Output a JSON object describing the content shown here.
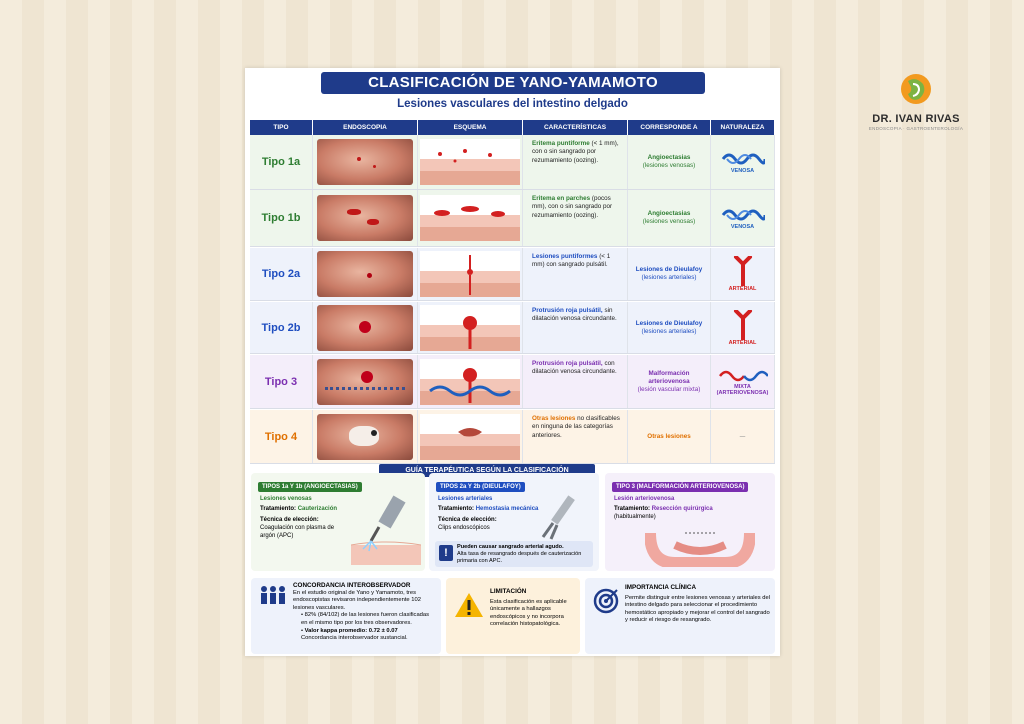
{
  "title": "CLASIFICACIÓN DE YANO-YAMAMOTO",
  "subtitle": "Lesiones vasculares del intestino delgado",
  "brand": {
    "name": "DR. IVAN RIVAS",
    "tagline": "ENDOSCOPIA · GASTROENTEROLOGÍA"
  },
  "headers": [
    "TIPO",
    "ENDOSCOPIA",
    "ESQUEMA",
    "CARACTERÍSTICAS",
    "CORRESPONDE A",
    "NATURALEZA"
  ],
  "rows": [
    {
      "tipo": "Tipo 1a",
      "color": "#2e7d32",
      "bg": "#eef6ec",
      "car_bold": "Eritema puntiforme",
      "car_rest": "(< 1 mm), con o sin sangrado por rezumamiento (oozing).",
      "corr": "Angioectasias",
      "corr_sub": "(lesiones venosas)",
      "nat": "VENOSA",
      "natColor": "#1f5fbf"
    },
    {
      "tipo": "Tipo 1b",
      "color": "#2e7d32",
      "bg": "#eef6ec",
      "car_bold": "Eritema en parches",
      "car_rest": "(pocos mm), con o sin sangrado por rezumamiento (oozing).",
      "corr": "Angioectasias",
      "corr_sub": "(lesiones venosas)",
      "nat": "VENOSA",
      "natColor": "#1f5fbf"
    },
    {
      "tipo": "Tipo 2a",
      "color": "#1f4ec0",
      "bg": "#eef2fb",
      "car_bold": "Lesiones puntiformes",
      "car_rest": "(< 1 mm) con sangrado pulsátil.",
      "corr": "Lesiones de Dieulafoy",
      "corr_sub": "(lesiones arteriales)",
      "nat": "ARTERIAL",
      "natColor": "#d32020"
    },
    {
      "tipo": "Tipo 2b",
      "color": "#1f4ec0",
      "bg": "#eef2fb",
      "car_bold": "Protrusión roja pulsátil,",
      "car_rest": "sin dilatación venosa circundante.",
      "corr": "Lesiones de Dieulafoy",
      "corr_sub": "(lesiones arteriales)",
      "nat": "ARTERIAL",
      "natColor": "#d32020"
    },
    {
      "tipo": "Tipo 3",
      "color": "#7b2fb0",
      "bg": "#f4eefa",
      "car_bold": "Protrusión roja pulsátil,",
      "car_rest": "con dilatación venosa circundante.",
      "corr": "Malformación arteriovenosa",
      "corr_sub": "(lesión vascular mixta)",
      "nat": "MIXTA (ARTERIOVENOSA)",
      "natColor": "#7b2fb0"
    },
    {
      "tipo": "Tipo 4",
      "color": "#e07000",
      "bg": "#fdf3e6",
      "car_bold": "Otras lesiones",
      "car_rest": "no clasificables en ninguna de las categorías anteriores.",
      "corr": "Otras lesiones",
      "corr_sub": "",
      "nat": "—",
      "natColor": "#999999"
    }
  ],
  "guide": {
    "title": "GUÍA TERAPÉUTICA SEGÚN LA CLASIFICACIÓN",
    "g1": {
      "tag": "TIPOS 1a Y 1b (ANGIOECTASIAS)",
      "l1": "Lesiones venosas",
      "t_label": "Tratamiento:",
      "t_val": "Cauterización",
      "tec_label": "Técnica de elección:",
      "tec_val": "Coagulación con plasma de argón (APC)"
    },
    "g2": {
      "tag": "TIPOS 2a Y 2b (DIEULAFOY)",
      "l1": "Lesiones arteriales",
      "t_label": "Tratamiento:",
      "t_val": "Hemostasia mecánica",
      "tec_label": "Técnica de elección:",
      "tec_val": "Clips endoscópicos",
      "warn_bold": "Pueden causar sangrado arterial agudo.",
      "warn_rest": "Alta tasa de resangrado después de cauterización primaria con APC."
    },
    "g3": {
      "tag": "TIPO 3 (MALFORMACIÓN ARTERIOVENOSA)",
      "l1": "Lesión arteriovenosa",
      "t_label": "Tratamiento:",
      "t_val": "Resección quirúrgica",
      "t_note": "(habitualmente)"
    }
  },
  "bottom": {
    "b1": {
      "title": "CONCORDANCIA INTEROBSERVADOR",
      "text": "En el estudio original de Yano y Yamamoto, tres endoscopistas revisaron independientemente 102 lesiones vasculares.",
      "bullet1": "82% (84/102) de las lesiones fueron clasificadas en el mismo tipo por los tres observadores.",
      "bullet2_bold": "Valor kappa promedio: 0.72 ± 0.07",
      "bullet2_rest": "Concordancia interobservador sustancial."
    },
    "b2": {
      "title": "LIMITACIÓN",
      "text": "Esta clasificación es aplicable únicamente a hallazgos endoscópicos y no incorpora correlación histopatológica."
    },
    "b3": {
      "title": "IMPORTANCIA CLÍNICA",
      "text": "Permite distinguir entre lesiones venosas y arteriales del intestino delgado para seleccionar el procedimiento hemostático apropiado y mejorar el control del sangrado y reducir el riesgo de resangrado."
    }
  }
}
